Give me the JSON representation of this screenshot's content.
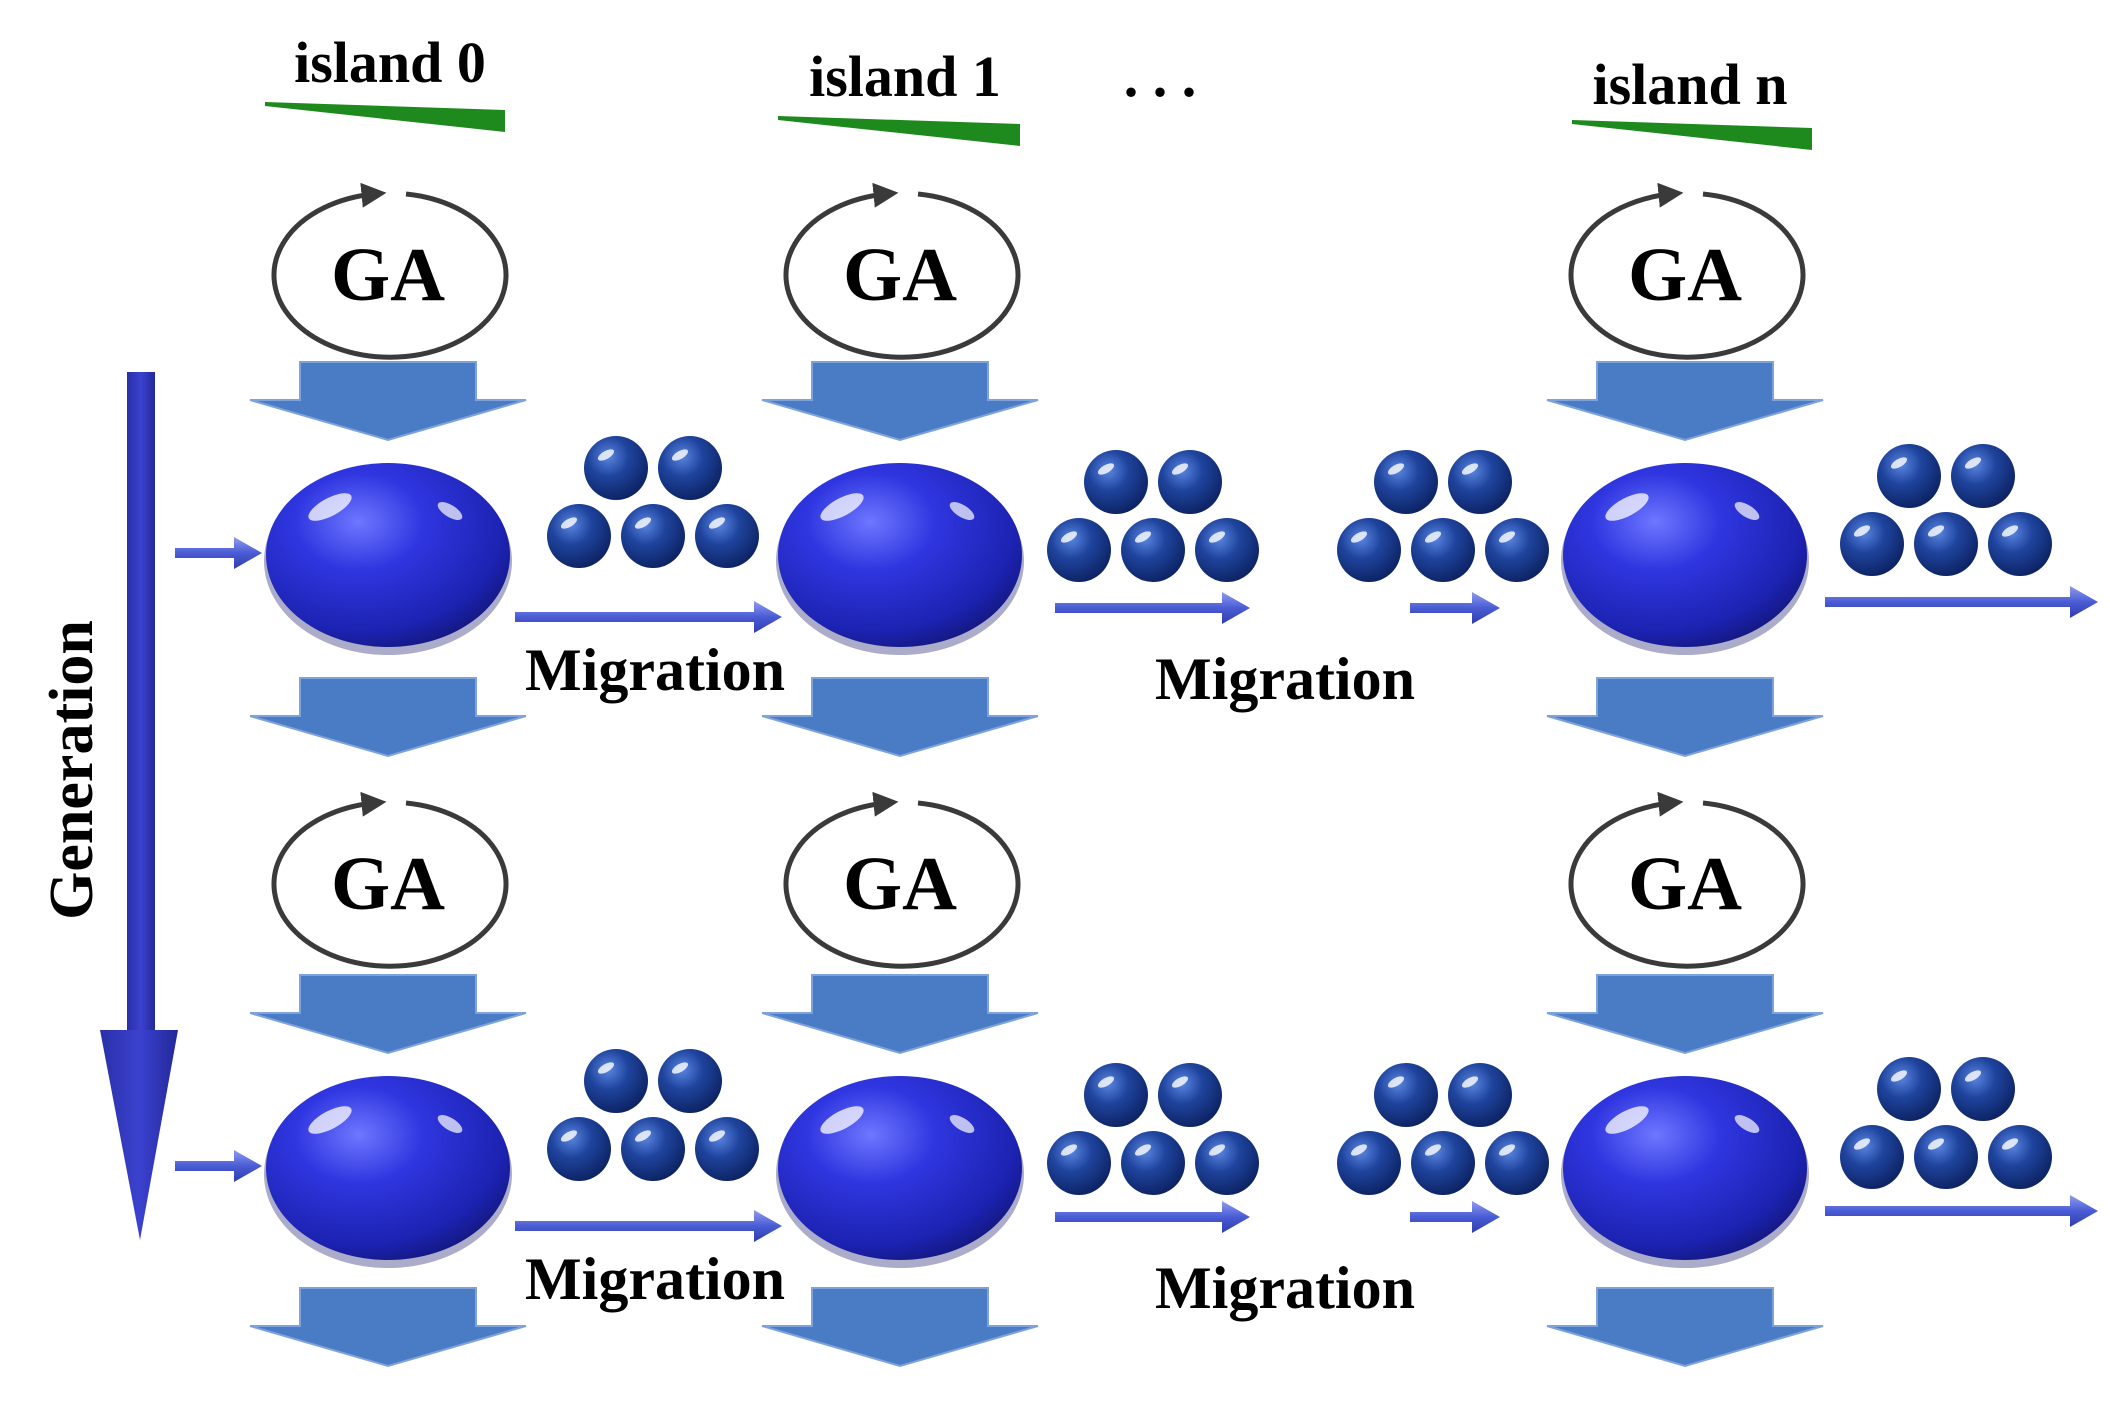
{
  "islands": [
    {
      "label": "island 0"
    },
    {
      "label": "island 1"
    },
    {
      "label": "island n"
    }
  ],
  "ellipsis": ". . .",
  "ga_label": "GA",
  "generation_label": "Generation",
  "migration_label": "Migration",
  "colors": {
    "blob": "#2a2fd6",
    "blob_dark": "#14187e",
    "ball": "#1e3f9e",
    "block_arrow": "#4a7cc6",
    "thin_arrow": "#4f63d3",
    "generation_arrow": "#2e33b5",
    "island_bar": "#1e8a1e",
    "cycle": "#3a3a3a"
  }
}
